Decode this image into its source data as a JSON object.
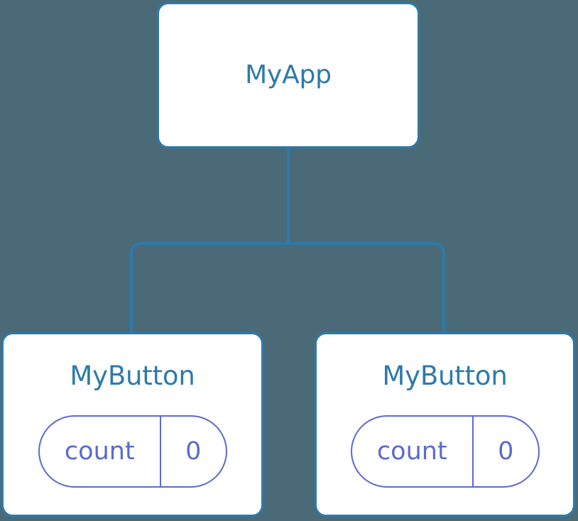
{
  "diagram": {
    "type": "component-tree",
    "background_color": "#4a6a78",
    "node_color": "#2d7aab",
    "pill_color": "#5b6ad0",
    "card_fill": "#ffffff"
  },
  "root": {
    "label": "MyApp"
  },
  "children": [
    {
      "label": "MyButton",
      "state": {
        "key": "count",
        "value": "0"
      }
    },
    {
      "label": "MyButton",
      "state": {
        "key": "count",
        "value": "0"
      }
    }
  ]
}
